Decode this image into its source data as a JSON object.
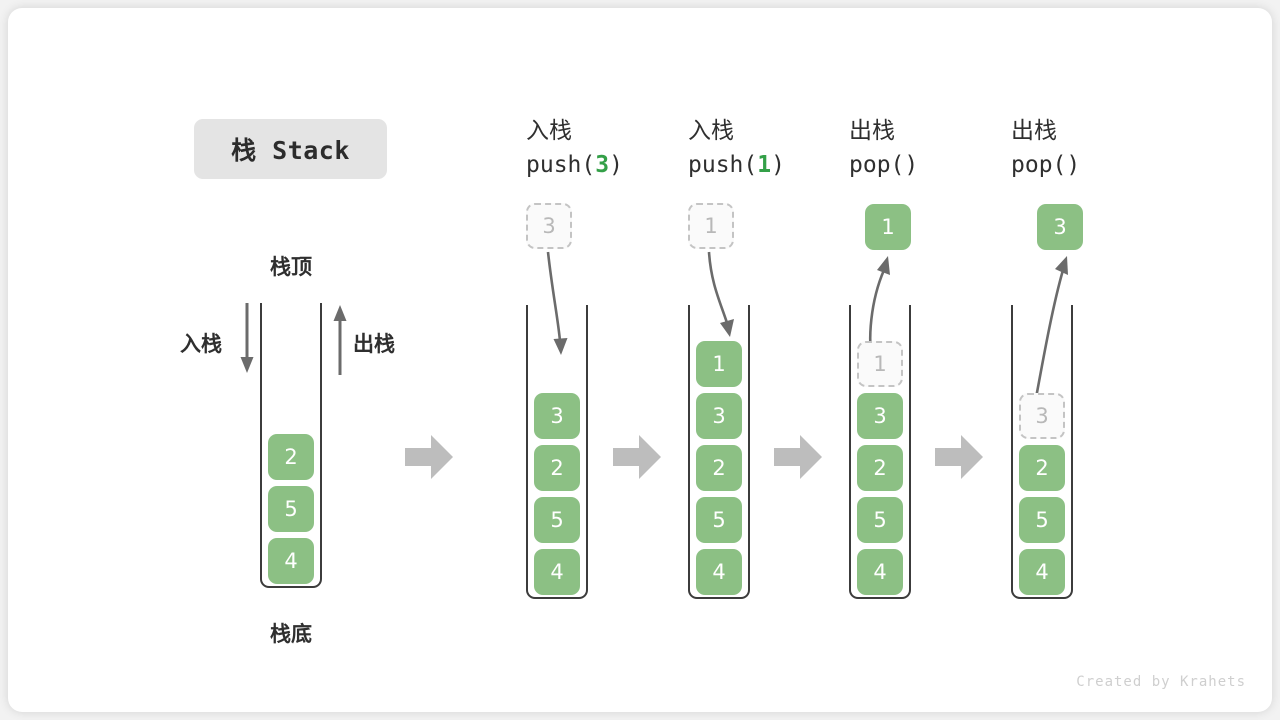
{
  "title_badge": "栈 Stack",
  "footer": "Created by Krahets",
  "colors": {
    "cell_fill": "#8cc084",
    "cell_text": "#ffffff",
    "ghost_border": "#c4c4c4",
    "ghost_text": "#b8b8b8",
    "arrow": "#6b6b6b",
    "block_arrow": "#bdbdbd",
    "accent_green": "#34a048",
    "wall": "#3c3c3c",
    "badge_bg": "#e4e4e4"
  },
  "main_stack": {
    "top_label": "栈顶",
    "bottom_label": "栈底",
    "push_label": "入栈",
    "pop_label": "出栈",
    "cells": [
      "2",
      "5",
      "4"
    ]
  },
  "steps": [
    {
      "header_cn": "入栈",
      "header_code_prefix": "push(",
      "header_code_num": "3",
      "header_code_suffix": ")",
      "float_box": {
        "value": "3",
        "style": "ghost"
      },
      "arrow_dir": "down",
      "cells": [
        {
          "value": "3",
          "style": "filled"
        },
        {
          "value": "2",
          "style": "filled"
        },
        {
          "value": "5",
          "style": "filled"
        },
        {
          "value": "4",
          "style": "filled"
        }
      ]
    },
    {
      "header_cn": "入栈",
      "header_code_prefix": "push(",
      "header_code_num": "1",
      "header_code_suffix": ")",
      "float_box": {
        "value": "1",
        "style": "ghost"
      },
      "arrow_dir": "down",
      "cells": [
        {
          "value": "1",
          "style": "filled"
        },
        {
          "value": "3",
          "style": "filled"
        },
        {
          "value": "2",
          "style": "filled"
        },
        {
          "value": "5",
          "style": "filled"
        },
        {
          "value": "4",
          "style": "filled"
        }
      ]
    },
    {
      "header_cn": "出栈",
      "header_code_prefix": "pop(",
      "header_code_num": "",
      "header_code_suffix": ")",
      "float_box": {
        "value": "1",
        "style": "filled"
      },
      "arrow_dir": "up",
      "cells": [
        {
          "value": "1",
          "style": "ghost"
        },
        {
          "value": "3",
          "style": "filled"
        },
        {
          "value": "2",
          "style": "filled"
        },
        {
          "value": "5",
          "style": "filled"
        },
        {
          "value": "4",
          "style": "filled"
        }
      ]
    },
    {
      "header_cn": "出栈",
      "header_code_prefix": "pop(",
      "header_code_num": "",
      "header_code_suffix": ")",
      "float_box": {
        "value": "3",
        "style": "filled"
      },
      "arrow_dir": "up",
      "cells": [
        {
          "value": "3",
          "style": "ghost"
        },
        {
          "value": "2",
          "style": "filled"
        },
        {
          "value": "5",
          "style": "filled"
        },
        {
          "value": "4",
          "style": "filled"
        }
      ]
    }
  ]
}
